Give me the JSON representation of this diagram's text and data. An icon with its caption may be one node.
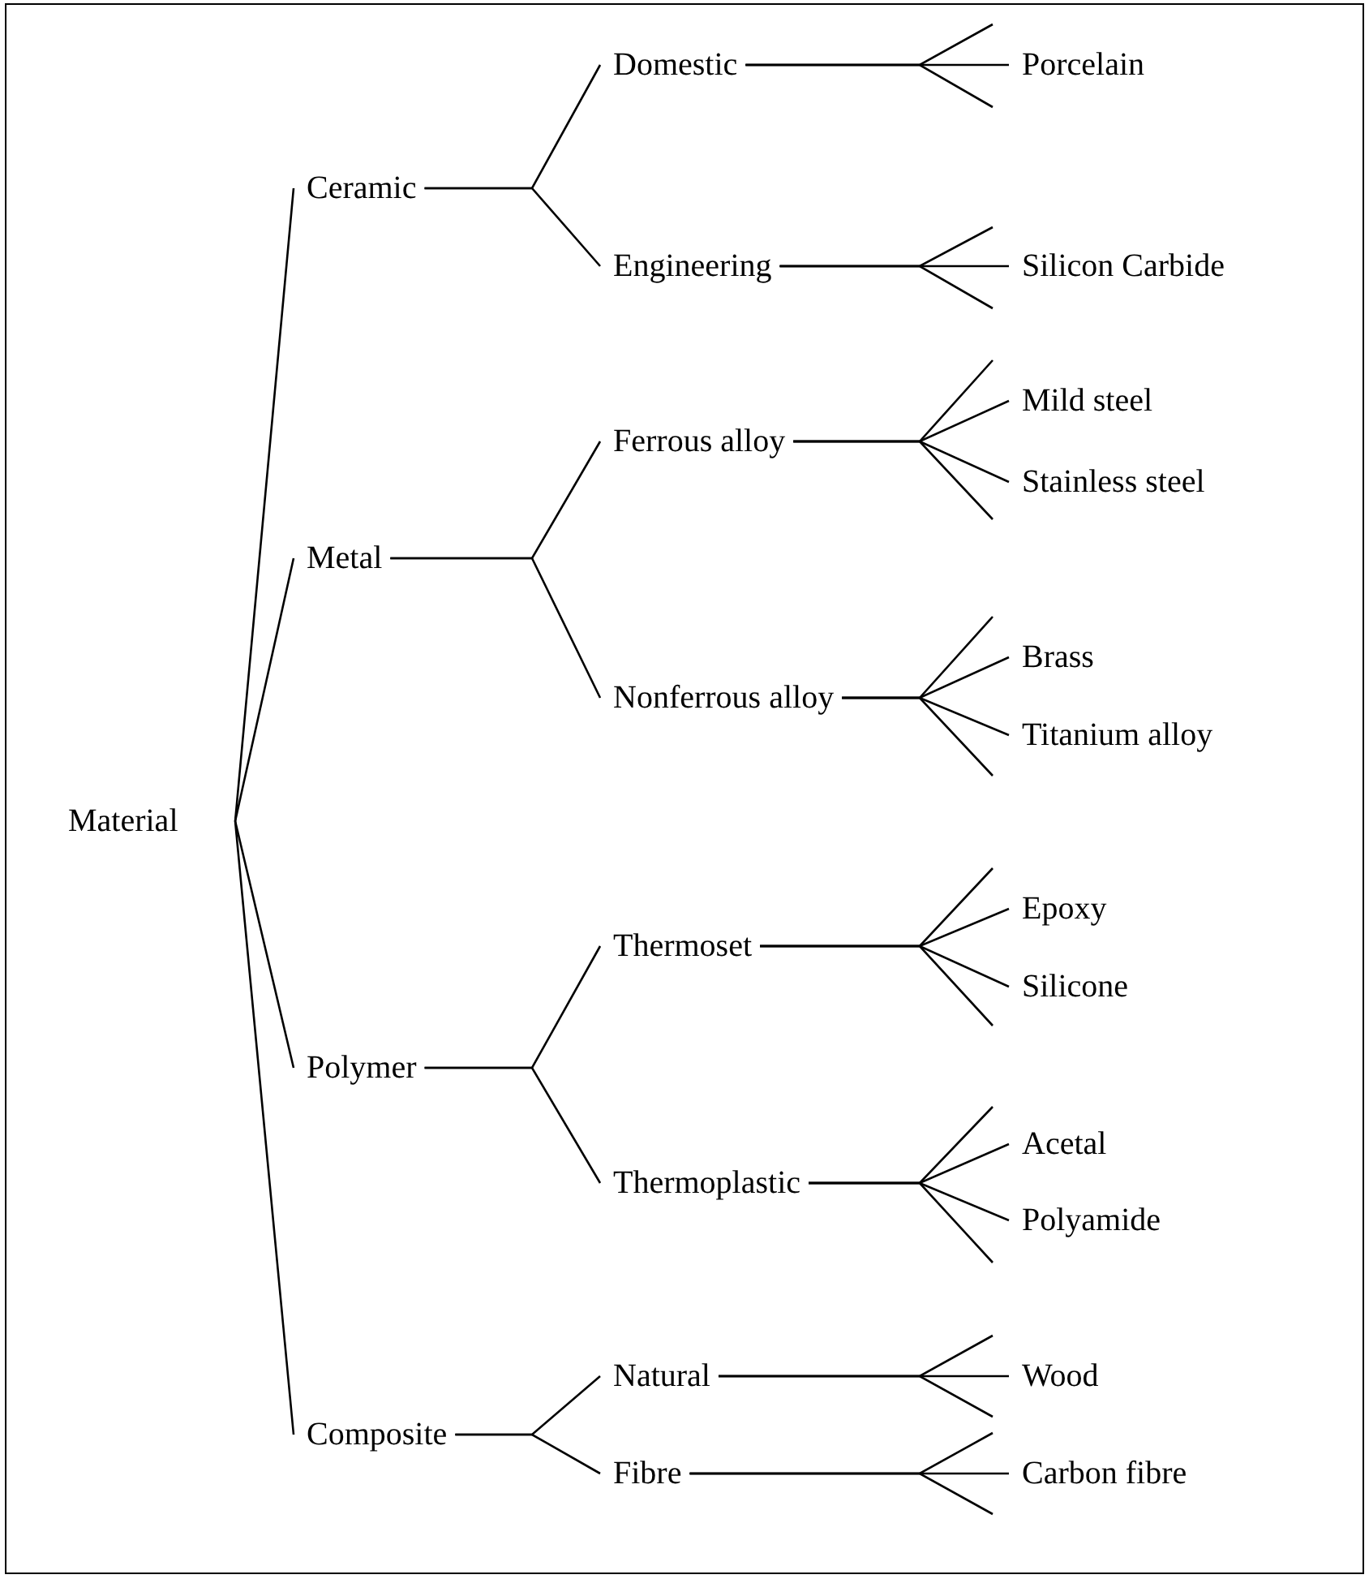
{
  "diagram": {
    "nodes": [
      {
        "text": [
          "Material"
        ]
      },
      {
        "text": [
          "Ceramic"
        ]
      },
      {
        "text": [
          "Domestic"
        ]
      },
      {
        "text": [
          "Porcelain"
        ]
      },
      {
        "text": [
          "Engineering"
        ]
      },
      {
        "text": [
          "Silicon Carbide"
        ]
      },
      {
        "text": [
          "Metal"
        ]
      },
      {
        "text": [
          "Ferrous alloy"
        ]
      },
      {
        "text": [
          "Mild steel"
        ]
      },
      {
        "text": [
          "Stainless steel"
        ]
      },
      {
        "text": [
          "Nonferrous alloy"
        ]
      },
      {
        "text": [
          "Brass"
        ]
      },
      {
        "text": [
          "Titanium alloy"
        ]
      },
      {
        "text": [
          "Polymer"
        ]
      },
      {
        "text": [
          "Thermoset"
        ]
      },
      {
        "text": [
          "Epoxy"
        ]
      },
      {
        "text": [
          "Silicone"
        ]
      },
      {
        "text": [
          "Thermoplastic"
        ]
      },
      {
        "text": [
          "Acetal"
        ]
      },
      {
        "text": [
          "Polyamide"
        ]
      },
      {
        "text": [
          "Composite"
        ]
      },
      {
        "text": [
          "Natural"
        ]
      },
      {
        "text": [
          "Wood"
        ]
      },
      {
        "text": [
          "Fibre"
        ]
      },
      {
        "text": [
          "Carbon fibre"
        ]
      }
    ],
    "edges": [
      {
        "from": 0,
        "to": 1,
        "arrow": "none"
      },
      {
        "from": 0,
        "to": 6,
        "arrow": "none"
      },
      {
        "from": 0,
        "to": 13,
        "arrow": "none"
      },
      {
        "from": 0,
        "to": 20,
        "arrow": "none"
      },
      {
        "from": 1,
        "to": 2,
        "arrow": "none"
      },
      {
        "from": 1,
        "to": 4,
        "arrow": "none"
      },
      {
        "from": 2,
        "to": null,
        "arrow": "none"
      },
      {
        "from": 2,
        "to": 3,
        "arrow": "none"
      },
      {
        "from": 2,
        "to": null,
        "arrow": "none"
      },
      {
        "from": 4,
        "to": null,
        "arrow": "none"
      },
      {
        "from": 4,
        "to": 5,
        "arrow": "none"
      },
      {
        "from": 4,
        "to": null,
        "arrow": "none"
      },
      {
        "from": 6,
        "to": 7,
        "arrow": "none"
      },
      {
        "from": 6,
        "to": 10,
        "arrow": "none"
      },
      {
        "from": 7,
        "to": null,
        "arrow": "none"
      },
      {
        "from": 7,
        "to": 8,
        "arrow": "none"
      },
      {
        "from": 7,
        "to": 9,
        "arrow": "none"
      },
      {
        "from": 7,
        "to": null,
        "arrow": "none"
      },
      {
        "from": 10,
        "to": null,
        "arrow": "none"
      },
      {
        "from": 10,
        "to": 11,
        "arrow": "none"
      },
      {
        "from": 10,
        "to": 12,
        "arrow": "none"
      },
      {
        "from": 10,
        "to": null,
        "arrow": "none"
      },
      {
        "from": 13,
        "to": 14,
        "arrow": "none"
      },
      {
        "from": 13,
        "to": 17,
        "arrow": "none"
      },
      {
        "from": 14,
        "to": null,
        "arrow": "none"
      },
      {
        "from": 14,
        "to": 15,
        "arrow": "none"
      },
      {
        "from": 14,
        "to": 16,
        "arrow": "none"
      },
      {
        "from": 14,
        "to": null,
        "arrow": "none"
      },
      {
        "from": 17,
        "to": null,
        "arrow": "none"
      },
      {
        "from": 17,
        "to": 18,
        "arrow": "none"
      },
      {
        "from": 17,
        "to": 19,
        "arrow": "none"
      },
      {
        "from": 17,
        "to": null,
        "arrow": "none"
      },
      {
        "from": 20,
        "to": 21,
        "arrow": "none"
      },
      {
        "from": 20,
        "to": 23,
        "arrow": "none"
      },
      {
        "from": 21,
        "to": null,
        "arrow": "none"
      },
      {
        "from": 21,
        "to": 22,
        "arrow": "none"
      },
      {
        "from": 21,
        "to": null,
        "arrow": "none"
      },
      {
        "from": 23,
        "to": null,
        "arrow": "none"
      },
      {
        "from": 23,
        "to": 24,
        "arrow": "none"
      },
      {
        "from": 23,
        "to": null,
        "arrow": "none"
      }
    ]
  }
}
